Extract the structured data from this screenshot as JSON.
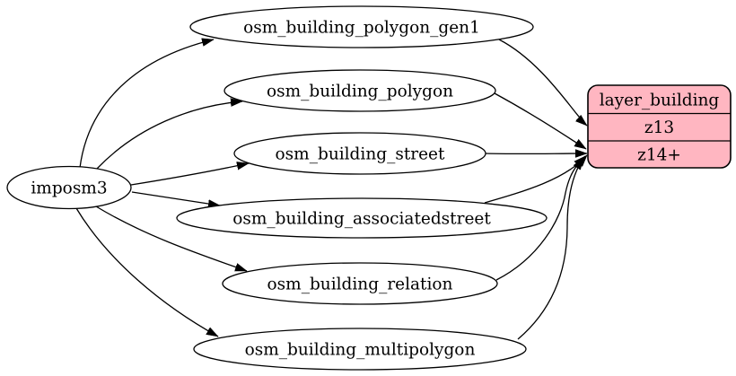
{
  "diagram": {
    "background": "#ffffff",
    "edge_color": "#000000",
    "table_node_fill": "#ffffff",
    "layer_node_fill": "#ffb6c1",
    "border_color": "#000000"
  },
  "source_node": {
    "label": "imposm3"
  },
  "table_nodes": [
    {
      "label": "osm_building_polygon_gen1"
    },
    {
      "label": "osm_building_polygon"
    },
    {
      "label": "osm_building_street"
    },
    {
      "label": "osm_building_associatedstreet"
    },
    {
      "label": "osm_building_relation"
    },
    {
      "label": "osm_building_multipolygon"
    }
  ],
  "layer_node": {
    "title": "layer_building",
    "rows": [
      {
        "label": "z13"
      },
      {
        "label": "z14+"
      }
    ]
  },
  "edges": [
    {
      "from": "imposm3",
      "to": "osm_building_polygon_gen1"
    },
    {
      "from": "imposm3",
      "to": "osm_building_polygon"
    },
    {
      "from": "imposm3",
      "to": "osm_building_street"
    },
    {
      "from": "imposm3",
      "to": "osm_building_associatedstreet"
    },
    {
      "from": "imposm3",
      "to": "osm_building_relation"
    },
    {
      "from": "imposm3",
      "to": "osm_building_multipolygon"
    },
    {
      "from": "osm_building_polygon_gen1",
      "to": "layer_building:z13"
    },
    {
      "from": "osm_building_polygon",
      "to": "layer_building:z14+"
    },
    {
      "from": "osm_building_street",
      "to": "layer_building:z14+"
    },
    {
      "from": "osm_building_associatedstreet",
      "to": "layer_building:z14+"
    },
    {
      "from": "osm_building_relation",
      "to": "layer_building:z14+"
    },
    {
      "from": "osm_building_multipolygon",
      "to": "layer_building:z14+"
    }
  ]
}
